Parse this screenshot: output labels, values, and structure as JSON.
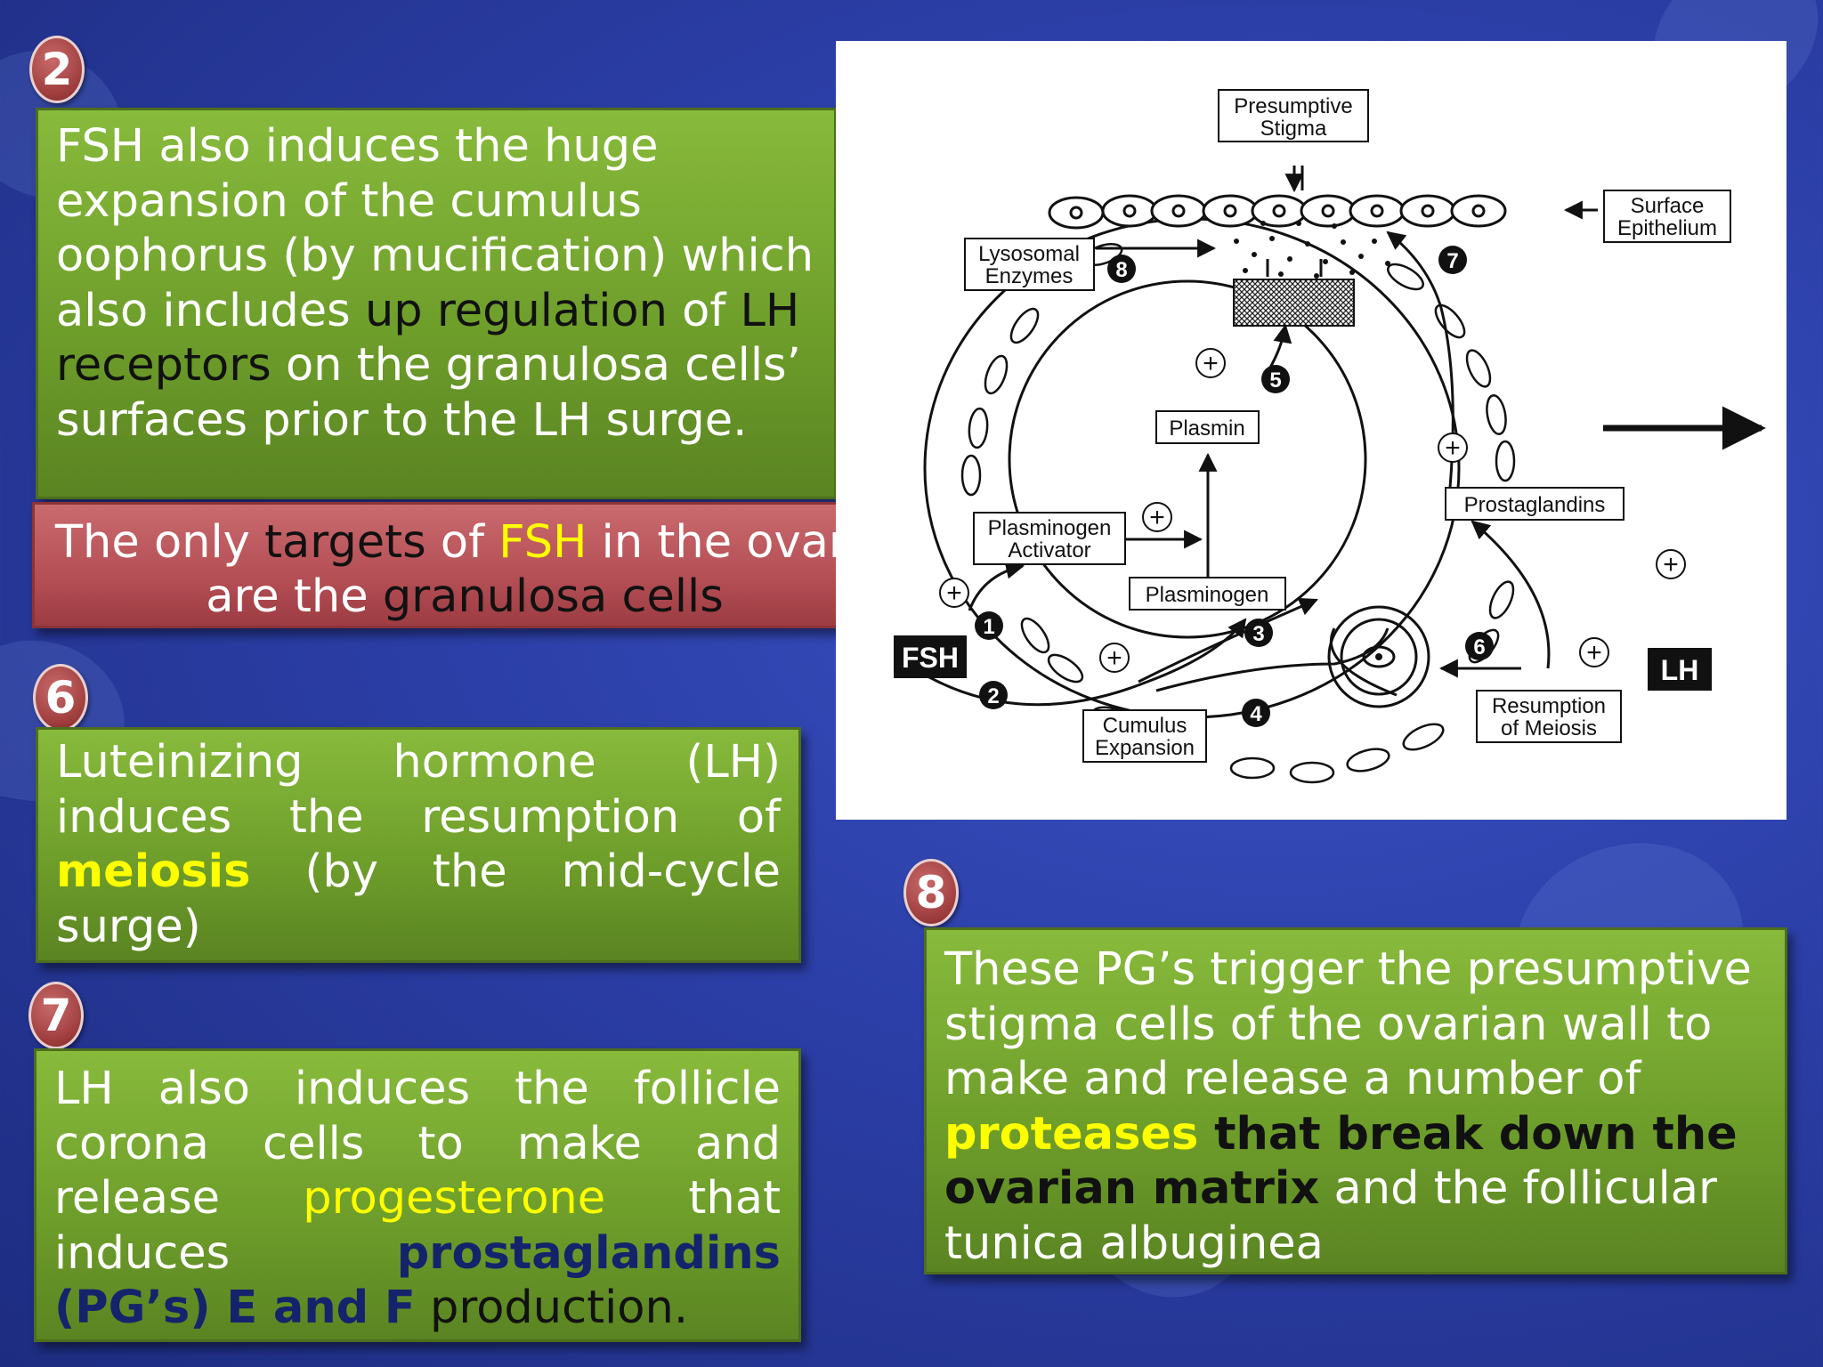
{
  "badges": {
    "b2": "2",
    "b6": "6",
    "b7": "7",
    "b8": "8"
  },
  "box2": {
    "t1": "FSH also induces the huge expansion of the cumulus oophorus (by mucification) which also includes ",
    "t2": "up regulation",
    "t3": " of ",
    "t4": "LH receptors",
    "t5": " on the granulosa cells’ surfaces prior to the LH surge."
  },
  "red_box": {
    "t1": "The only ",
    "t2": "targets",
    "t3": " of ",
    "t4": "FSH",
    "t5": " in the ovary are the ",
    "t6": "granulosa cells"
  },
  "box6": {
    "t1": "Luteinizing hormone (LH) induces the resumption of ",
    "t2": "meiosis",
    "t3": " (by the mid-cycle surge)"
  },
  "box7": {
    "t1": "LH also induces the follicle corona cells to make and release ",
    "t2": "progesterone",
    "t3": " that induces ",
    "t4": "prostaglandins (PG’s) E and F",
    "t5": " production."
  },
  "box8": {
    "t1": "These PG’s trigger the presumptive stigma cells of the ovarian wall  to make and release a number of ",
    "t2": "proteases",
    "t3": " that break down the ovarian matrix",
    "t4": " and the follicular tunica albuginea"
  },
  "diagram": {
    "presumptive_1": "Presumptive",
    "presumptive_2": "Stigma",
    "surface_1": "Surface",
    "surface_2": "Epithelium",
    "lyso_1": "Lysosomal",
    "lyso_2": "Enzymes",
    "plasmin": "Plasmin",
    "prostaglandins": "Prostaglandins",
    "pa_1": "Plasminogen",
    "pa_2": "Activator",
    "plasminogen": "Plasminogen",
    "fsh": "FSH",
    "lh": "LH",
    "cumulus_1": "Cumulus",
    "cumulus_2": "Expansion",
    "resumption_1": "Resumption",
    "resumption_2": "of Meiosis",
    "plus": "+",
    "n1": "1",
    "n2": "2",
    "n3": "3",
    "n4": "4",
    "n5": "5",
    "n6": "6",
    "n7": "7",
    "n8": "8"
  }
}
